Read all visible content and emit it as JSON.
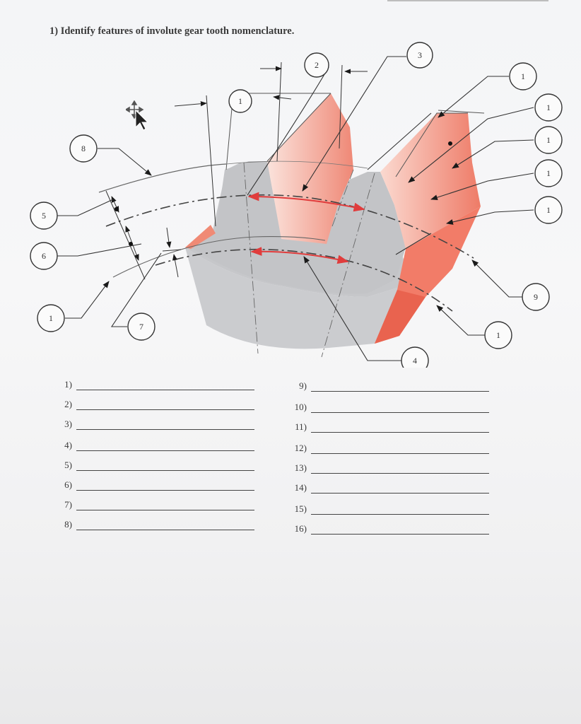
{
  "question": {
    "text": "1) Identify features of involute gear tooth nomenclature."
  },
  "callouts": [
    {
      "id": "c-top-left-1",
      "label": "1"
    },
    {
      "id": "c-2",
      "label": "2"
    },
    {
      "id": "c-3",
      "label": "3"
    },
    {
      "id": "c-right-1a",
      "label": "1"
    },
    {
      "id": "c-right-1b",
      "label": "1"
    },
    {
      "id": "c-right-1c",
      "label": "1"
    },
    {
      "id": "c-right-1d",
      "label": "1"
    },
    {
      "id": "c-right-1e",
      "label": "1"
    },
    {
      "id": "c-8",
      "label": "8"
    },
    {
      "id": "c-5",
      "label": "5"
    },
    {
      "id": "c-6",
      "label": "6"
    },
    {
      "id": "c-left-1",
      "label": "1"
    },
    {
      "id": "c-7",
      "label": "7"
    },
    {
      "id": "c-9",
      "label": "9"
    },
    {
      "id": "c-bottom-1",
      "label": "1"
    },
    {
      "id": "c-4",
      "label": "4"
    }
  ],
  "answers_left": [
    "1)",
    "2)",
    "3)",
    "4)",
    "5)",
    "6)",
    "7)",
    "8)"
  ],
  "answers_right": [
    "9)",
    "10)",
    "11)",
    "12)",
    "13)",
    "14)",
    "15)",
    "16)"
  ],
  "colors": {
    "tooth_flank": "#f07f6c",
    "tooth_face_light": "#f9c4b8",
    "gear_body": "#c9cacc",
    "pitch_arrow": "#e84a4a"
  }
}
